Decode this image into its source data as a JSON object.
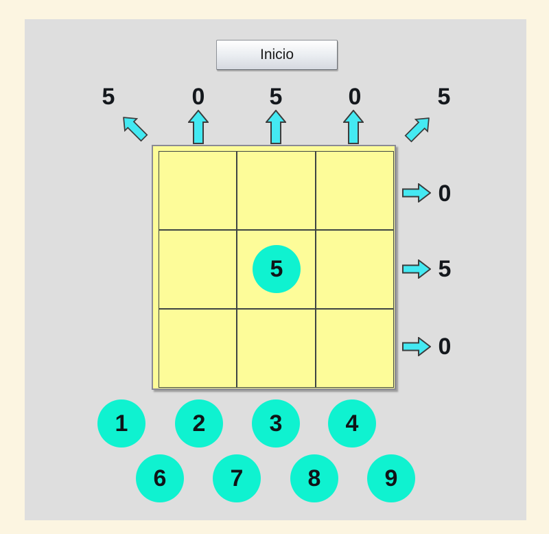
{
  "colors": {
    "page_border": "#FCF5E1",
    "panel_background": "#DEDEDE",
    "board_yellow": "#FDFC99",
    "token_turquoise": "#0FF2D0",
    "arrow_cyan": "#44E9F2",
    "number_text": "#14181d"
  },
  "controls": {
    "start_button_label": "Inicio"
  },
  "indicators": {
    "top": [
      {
        "value": "5",
        "arrow": "up-left"
      },
      {
        "value": "0",
        "arrow": "up"
      },
      {
        "value": "5",
        "arrow": "up"
      },
      {
        "value": "0",
        "arrow": "up"
      },
      {
        "value": "5",
        "arrow": "up-right"
      }
    ],
    "right": [
      {
        "value": "0",
        "arrow": "right"
      },
      {
        "value": "5",
        "arrow": "right"
      },
      {
        "value": "0",
        "arrow": "right"
      }
    ]
  },
  "board": {
    "rows": 3,
    "cols": 3,
    "placed_tokens": [
      {
        "row": 1,
        "col": 1,
        "value": "5"
      }
    ]
  },
  "pool_tokens": [
    {
      "value": "1"
    },
    {
      "value": "2"
    },
    {
      "value": "3"
    },
    {
      "value": "4"
    },
    {
      "value": "6"
    },
    {
      "value": "7"
    },
    {
      "value": "8"
    },
    {
      "value": "9"
    }
  ]
}
